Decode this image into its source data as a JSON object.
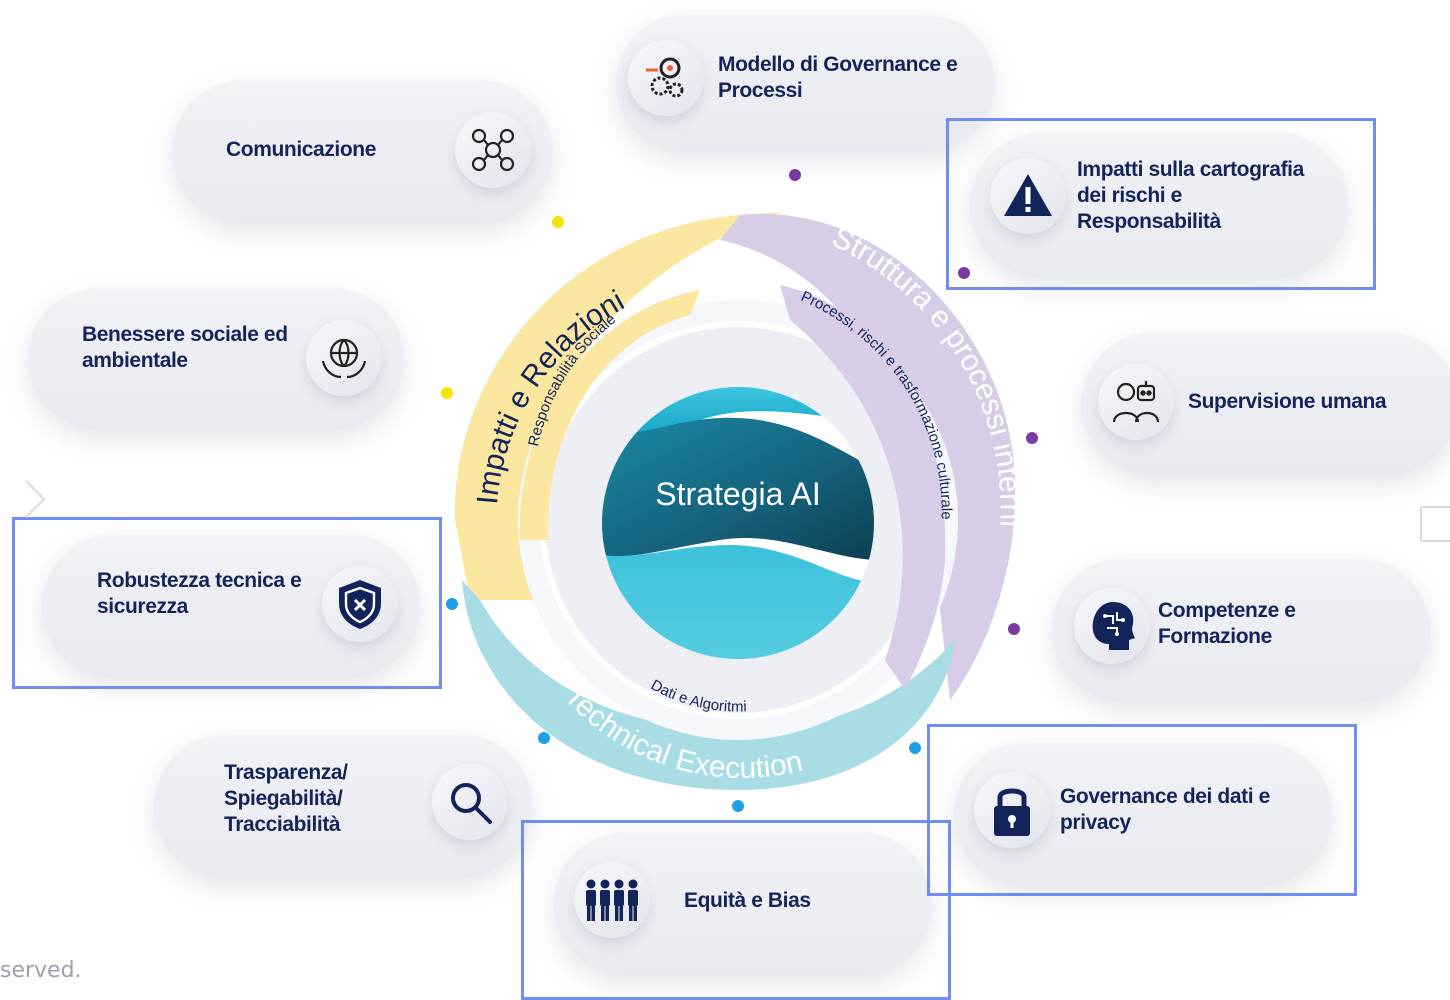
{
  "center": {
    "label": "Strategia AI"
  },
  "ring": {
    "outer": {
      "impatti": "Impatti e Relazioni",
      "struttura": "Struttura e processi interni",
      "technical": "Technical Execution"
    },
    "inner": {
      "responsabilita": "Responsabilità Sociale",
      "processi": "Processi, rischi e trasformazione culturale",
      "dati": "Dati e Algoritmi"
    }
  },
  "pillars": {
    "modello": "Modello di Governance e\nProcessi",
    "comunicazione": "Comunicazione",
    "impatti_rischi": "Impatti sulla cartografia\ndei rischi e\nResponsabilità",
    "benessere": "Benessere sociale ed\nambientale",
    "supervisione": "Supervisione umana",
    "robustezza": "Robustezza tecnica e\nsicurezza",
    "competenze": "Competenze e\nFormazione",
    "trasparenza": "Trasparenza/\nSpiegabilità/\nTracciabilità",
    "governance_dati": "Governance dei dati e\nprivacy",
    "equita": "Equità e Bias"
  },
  "icons": {
    "modello": "gears-target-icon",
    "comunicazione": "network-people-icon",
    "impatti_rischi": "warning-triangle-icon",
    "benessere": "globe-hands-icon",
    "supervisione": "human-robot-icon",
    "robustezza": "shield-x-icon",
    "competenze": "brain-head-icon",
    "trasparenza": "magnifier-icon",
    "governance_dati": "padlock-icon",
    "equita": "people-group-icon"
  },
  "footer": {
    "text": "served."
  },
  "colors": {
    "yellow": "#fbe7a0",
    "purple": "#d8cde6",
    "blue": "#a9dde6",
    "navy": "#13245a",
    "highlight": "#6f8ff0",
    "teal": "#2fb7d6"
  }
}
